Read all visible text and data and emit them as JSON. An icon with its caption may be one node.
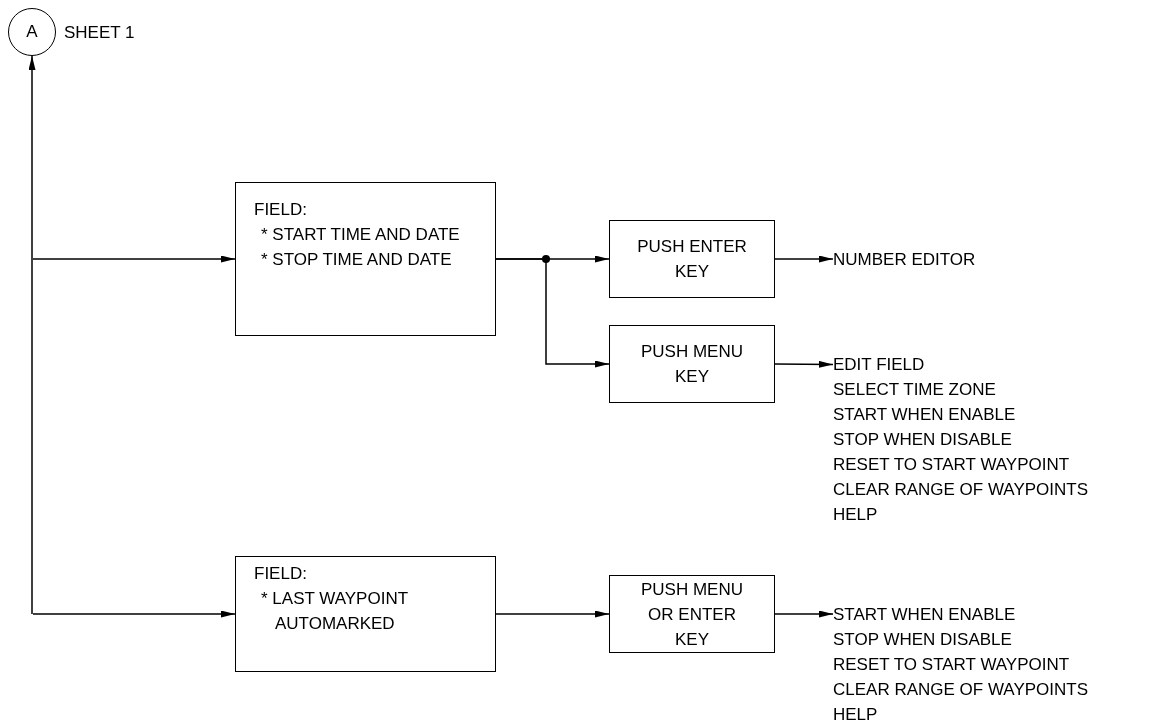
{
  "diagram": {
    "nodes": [
      {
        "text": [
          "A"
        ],
        "beside": [
          "SHEET 1"
        ]
      },
      {
        "text": [
          "FIELD:",
          "* START TIME AND DATE",
          "* STOP TIME AND DATE"
        ]
      },
      {
        "text": [
          "PUSH ENTER KEY"
        ]
      },
      {
        "text": [
          "NUMBER EDITOR"
        ]
      },
      {
        "text": [
          "PUSH MENU KEY"
        ]
      },
      {
        "text": [
          "EDIT FIELD",
          "SELECT TIME ZONE",
          "START WHEN ENABLE",
          "STOP WHEN DISABLE",
          "RESET TO START WAYPOINT",
          "CLEAR RANGE OF WAYPOINTS",
          "HELP"
        ]
      },
      {
        "text": [
          "FIELD:",
          "* LAST WAYPOINT AUTOMARKED"
        ]
      },
      {
        "text": [
          "PUSH MENU OR ENTER KEY"
        ]
      },
      {
        "text": [
          "START WHEN ENABLE",
          "STOP WHEN DISABLE",
          "RESET TO START WAYPOINT",
          "CLEAR RANGE OF WAYPOINTS",
          "HELP"
        ]
      }
    ],
    "edges": [
      {
        "from": null,
        "to": 0,
        "arrow": "to"
      },
      {
        "from": null,
        "to": 1,
        "arrow": "to"
      },
      {
        "from": null,
        "to": 6,
        "arrow": "to"
      },
      {
        "from": 1,
        "to": 2,
        "arrow": "to"
      },
      {
        "from": 1,
        "to": 4,
        "arrow": "to"
      },
      {
        "from": 2,
        "to": 3,
        "arrow": "to"
      },
      {
        "from": 4,
        "to": 5,
        "arrow": "to"
      },
      {
        "from": 6,
        "to": 7,
        "arrow": "to"
      },
      {
        "from": 7,
        "to": 8,
        "arrow": "to"
      }
    ]
  }
}
